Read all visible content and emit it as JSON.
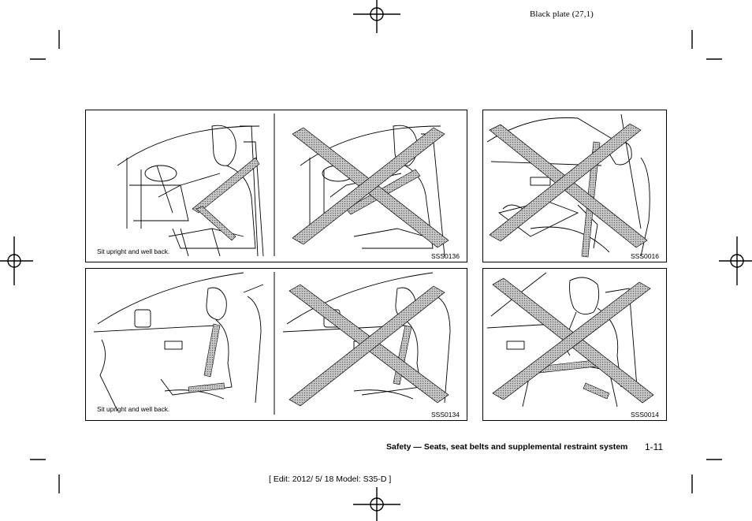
{
  "header": {
    "plate_label": "Black plate (27,1)"
  },
  "figures": [
    {
      "id": "SSS0136",
      "code": "SSS0136",
      "caption": "Sit upright and well back.",
      "left_view": "correct",
      "right_view": "incorrect"
    },
    {
      "id": "SSS0016",
      "code": "SSS0016",
      "view": "incorrect"
    },
    {
      "id": "SSS0134",
      "code": "SSS0134",
      "caption": "Sit upright and well back.",
      "left_view": "correct",
      "right_view": "incorrect"
    },
    {
      "id": "SSS0014",
      "code": "SSS0014",
      "view": "incorrect"
    }
  ],
  "footer": {
    "section_title": "Safety — Seats, seat belts and supplemental restraint system",
    "page_number": "1-11",
    "edit_info": "[ Edit: 2012/ 5/ 18   Model:  S35-D ]"
  },
  "colors": {
    "ink": "#000000",
    "hatch": "#9a9a9a",
    "paper": "#ffffff"
  }
}
